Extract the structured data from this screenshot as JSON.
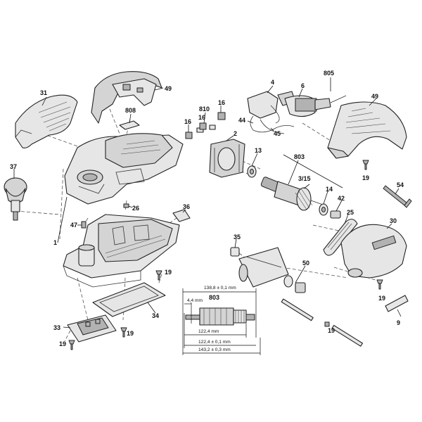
{
  "callouts": {
    "p31": "31",
    "p49a": "49",
    "p808": "808",
    "p810": "810",
    "p16a": "16",
    "p16b": "16",
    "p16c": "16",
    "p4": "4",
    "p805": "805",
    "p6": "6",
    "p44": "44",
    "p45": "45",
    "p49b": "49",
    "p2": "2",
    "p13": "13",
    "p803": "803",
    "p315": "3/15",
    "p14": "14",
    "p42": "42",
    "p19a": "19",
    "p37": "37",
    "p26": "26",
    "p36": "36",
    "p1": "1",
    "p47": "47",
    "p54": "54",
    "p25": "25",
    "p30": "30",
    "p35": "35",
    "p50": "50",
    "p19b": "19",
    "p34": "34",
    "p19c": "19",
    "p19d": "19",
    "p9": "9",
    "p33": "33",
    "p19e": "19",
    "p19f": "19"
  },
  "dimensions": {
    "part_label": "803",
    "d1": "138,8 ± 0,1 mm",
    "d2": "4,4 mm",
    "d3": "122,4 mm",
    "d4": "122,4 ± 0,1 mm",
    "d5": "143,2 ± 0,3 mm"
  }
}
